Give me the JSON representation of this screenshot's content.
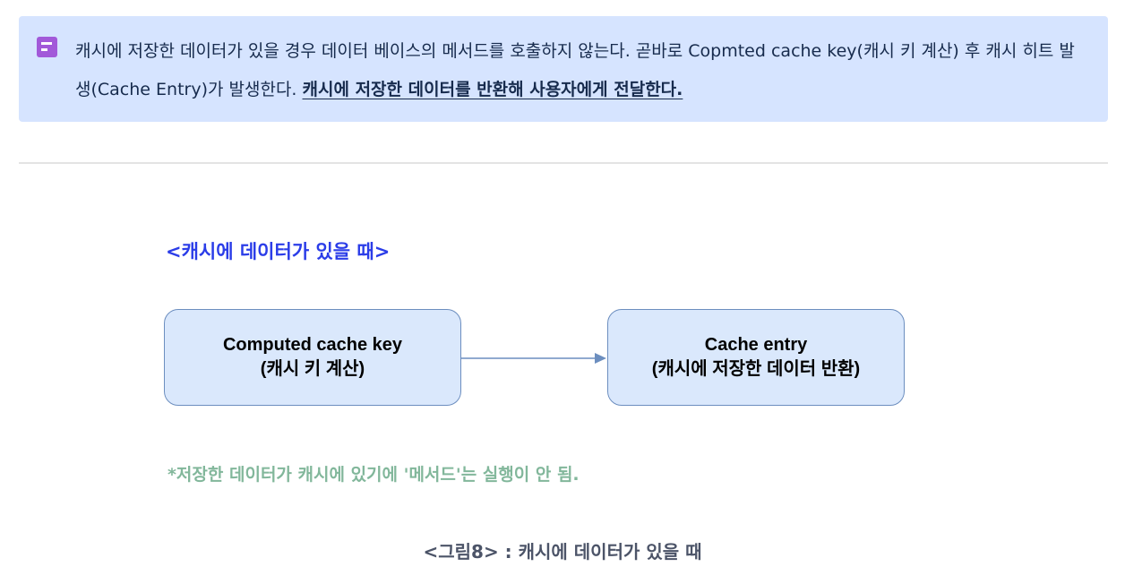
{
  "callout": {
    "icon": "note-icon",
    "text_plain": "캐시에 저장한 데이터가 있을 경우 데이터 베이스의 메서드를 호출하지 않는다. 곧바로 Copmted cache key(캐시 키 계산) 후 캐시 히트 발생(Cache Entry)가 발생한다. ",
    "text_strong": "캐시에 저장한 데이터를 반환해 사용자에게 전달한다."
  },
  "figure": {
    "title": "<캐시에 데이터가 있을 때>",
    "nodes": [
      {
        "line1": "Computed cache key",
        "line2": "(캐시 키 계산)"
      },
      {
        "line1": "Cache entry",
        "line2": "(캐시에 저장한 데이터 반환)"
      }
    ],
    "note": "*저장한 데이터가 캐시에 있기에 '메서드'는 실행이 안 됨.",
    "caption": "<그림8> : 캐시에 데이터가 있을 때"
  },
  "colors": {
    "callout_bg": "#d6e4ff",
    "icon": "#a259d9",
    "title": "#2b3de8",
    "node_fill": "#dae8fc",
    "node_border": "#6c8ebf",
    "note": "#82b79b"
  }
}
